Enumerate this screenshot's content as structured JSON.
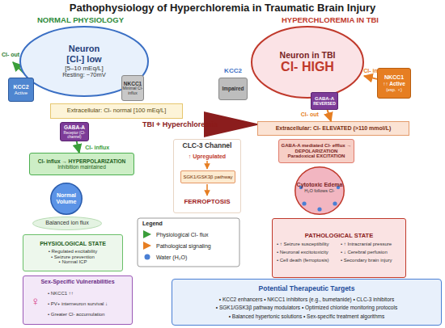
{
  "diagram": {
    "title": "Pathophysiology of Hyperchloremia in Traumatic Brain Injury",
    "nodes": [
      {
        "text": [
          "Neuron",
          "[Cl-] low",
          "[5–10 mEq/L]",
          "Resting: ~70mV"
        ]
      },
      {
        "text": [
          "KCC2",
          "Active"
        ]
      },
      {
        "text": [
          "NKCC1",
          "Minimal Cl- influx"
        ]
      },
      {
        "text": [
          "Extracellular: Cl- normal [100 mEq/L]"
        ]
      },
      {
        "text": [
          "GABA-A",
          "Receptor (Cl- channel)"
        ]
      },
      {
        "text": [
          "Cl- influx → HYPERPOLARIZATION",
          "Inhibition maintained"
        ]
      },
      {
        "text": [
          "Normal Volume"
        ]
      },
      {
        "text": [
          "Balanced ion flux"
        ]
      },
      {
        "text": [
          "PHYSIOLOGICAL STATE",
          "• Regulated excitability",
          "• Seizure prevention",
          "• Normal ICP"
        ]
      },
      {
        "text": [
          "Sex-Specific Vulnerabilities",
          "♀",
          "• NKCC1 ↑↑",
          "• PV+ interneuron survival ↓",
          "• Greater Cl- accumulation"
        ]
      },
      {
        "text": [
          "Neuron in TBI",
          "Cl- HIGH"
        ]
      },
      {
        "text": [
          "KCC2",
          "Impaired"
        ]
      },
      {
        "text": [
          "NKCC1",
          "↑↑ Active",
          "(esp. ♀)"
        ]
      },
      {
        "text": [
          "GABA-A",
          "REVERSED"
        ]
      },
      {
        "text": [
          "Extracellular: Cl- ELEVATED (>110 mmol/L)"
        ]
      },
      {
        "text": [
          "CLC-3 Channel",
          "↑ Upregulated",
          "FERROPTOSIS"
        ]
      },
      {
        "text": [
          "SGK1/GSK3β pathway"
        ],
        "in": 15
      },
      {
        "text": [
          "GABA-A mediated Cl- efflux → DEPOLARIZATION",
          "Paradoxical EXCITATION"
        ]
      },
      {
        "text": [
          "Cytotoxic Edema",
          "H₂O follows Cl-"
        ]
      },
      {
        "text": [
          "PATHOLOGICAL STATE",
          "• ↑ Seizure susceptibility",
          "• ↑ Intracranial pressure",
          "• Neuronal excitotoxicity",
          "• ↓ Cerebral perfusion",
          "• Cell death (ferroptosis)",
          "• Secondary brain injury"
        ]
      },
      {
        "text": [
          "Potential Therapeutic Targets",
          "• KCC2 enhancers • NKCC1 inhibitors (e.g., bumetanide) • CLC-3 inhibitors",
          "• SGK1/GSK3β pathway modulators • Optimized chloride monitoring protocols",
          "• Balanced hypertonic solutions • Sex-specific treatment algorithms"
        ]
      }
    ],
    "edges": [
      {
        "from": 4,
        "to": 5,
        "label": "Cl- influx",
        "arrow": "to"
      },
      {
        "from": 12,
        "to": 10,
        "label": "Cl- in",
        "arrow": "to"
      },
      {
        "from": 13,
        "to": 14,
        "label": "Cl- out",
        "arrow": "to"
      }
    ],
    "labels": [
      "NORMAL PHYSIOLOGY",
      "Cl- out",
      "TBI + Hyperchloremia",
      "HYPERCHLOREMIA IN TBI",
      "Legend"
    ],
    "legend": [
      {
        "text": "Physiological Cl- flux",
        "color": "#3a9e3a"
      },
      {
        "text": "Pathological signaling",
        "color": "#e67e22"
      },
      {
        "text": "Water (H₂O)",
        "color": "#4a7fd4"
      }
    ]
  }
}
